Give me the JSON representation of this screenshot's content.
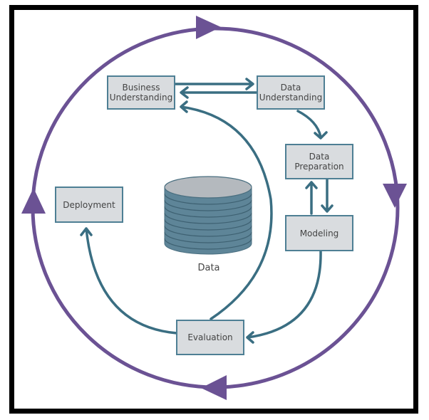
{
  "diagram": {
    "title": "CRISP-DM process cycle",
    "colors": {
      "cycle": "#6b5294",
      "flow": "#3a6e82",
      "box_fill": "#d9dcdf",
      "box_border": "#4e7f94",
      "cylinder": "#5e8598",
      "cylinder_top": "#b4b9be"
    },
    "phases": [
      {
        "id": "business",
        "lines": [
          "Business",
          "Understanding"
        ]
      },
      {
        "id": "data-understanding",
        "lines": [
          "Data",
          "Understanding"
        ]
      },
      {
        "id": "data-preparation",
        "lines": [
          "Data",
          "Preparation"
        ]
      },
      {
        "id": "modeling",
        "lines": [
          "Modeling"
        ]
      },
      {
        "id": "evaluation",
        "lines": [
          "Evaluation"
        ]
      },
      {
        "id": "deployment",
        "lines": [
          "Deployment"
        ]
      }
    ],
    "center_label": "Data",
    "edges": [
      {
        "from": "business",
        "to": "data-understanding"
      },
      {
        "from": "data-understanding",
        "to": "business"
      },
      {
        "from": "data-understanding",
        "to": "data-preparation"
      },
      {
        "from": "data-preparation",
        "to": "modeling"
      },
      {
        "from": "modeling",
        "to": "data-preparation"
      },
      {
        "from": "modeling",
        "to": "evaluation"
      },
      {
        "from": "evaluation",
        "to": "business"
      },
      {
        "from": "evaluation",
        "to": "deployment"
      }
    ],
    "outer_cycle_direction": "clockwise"
  }
}
